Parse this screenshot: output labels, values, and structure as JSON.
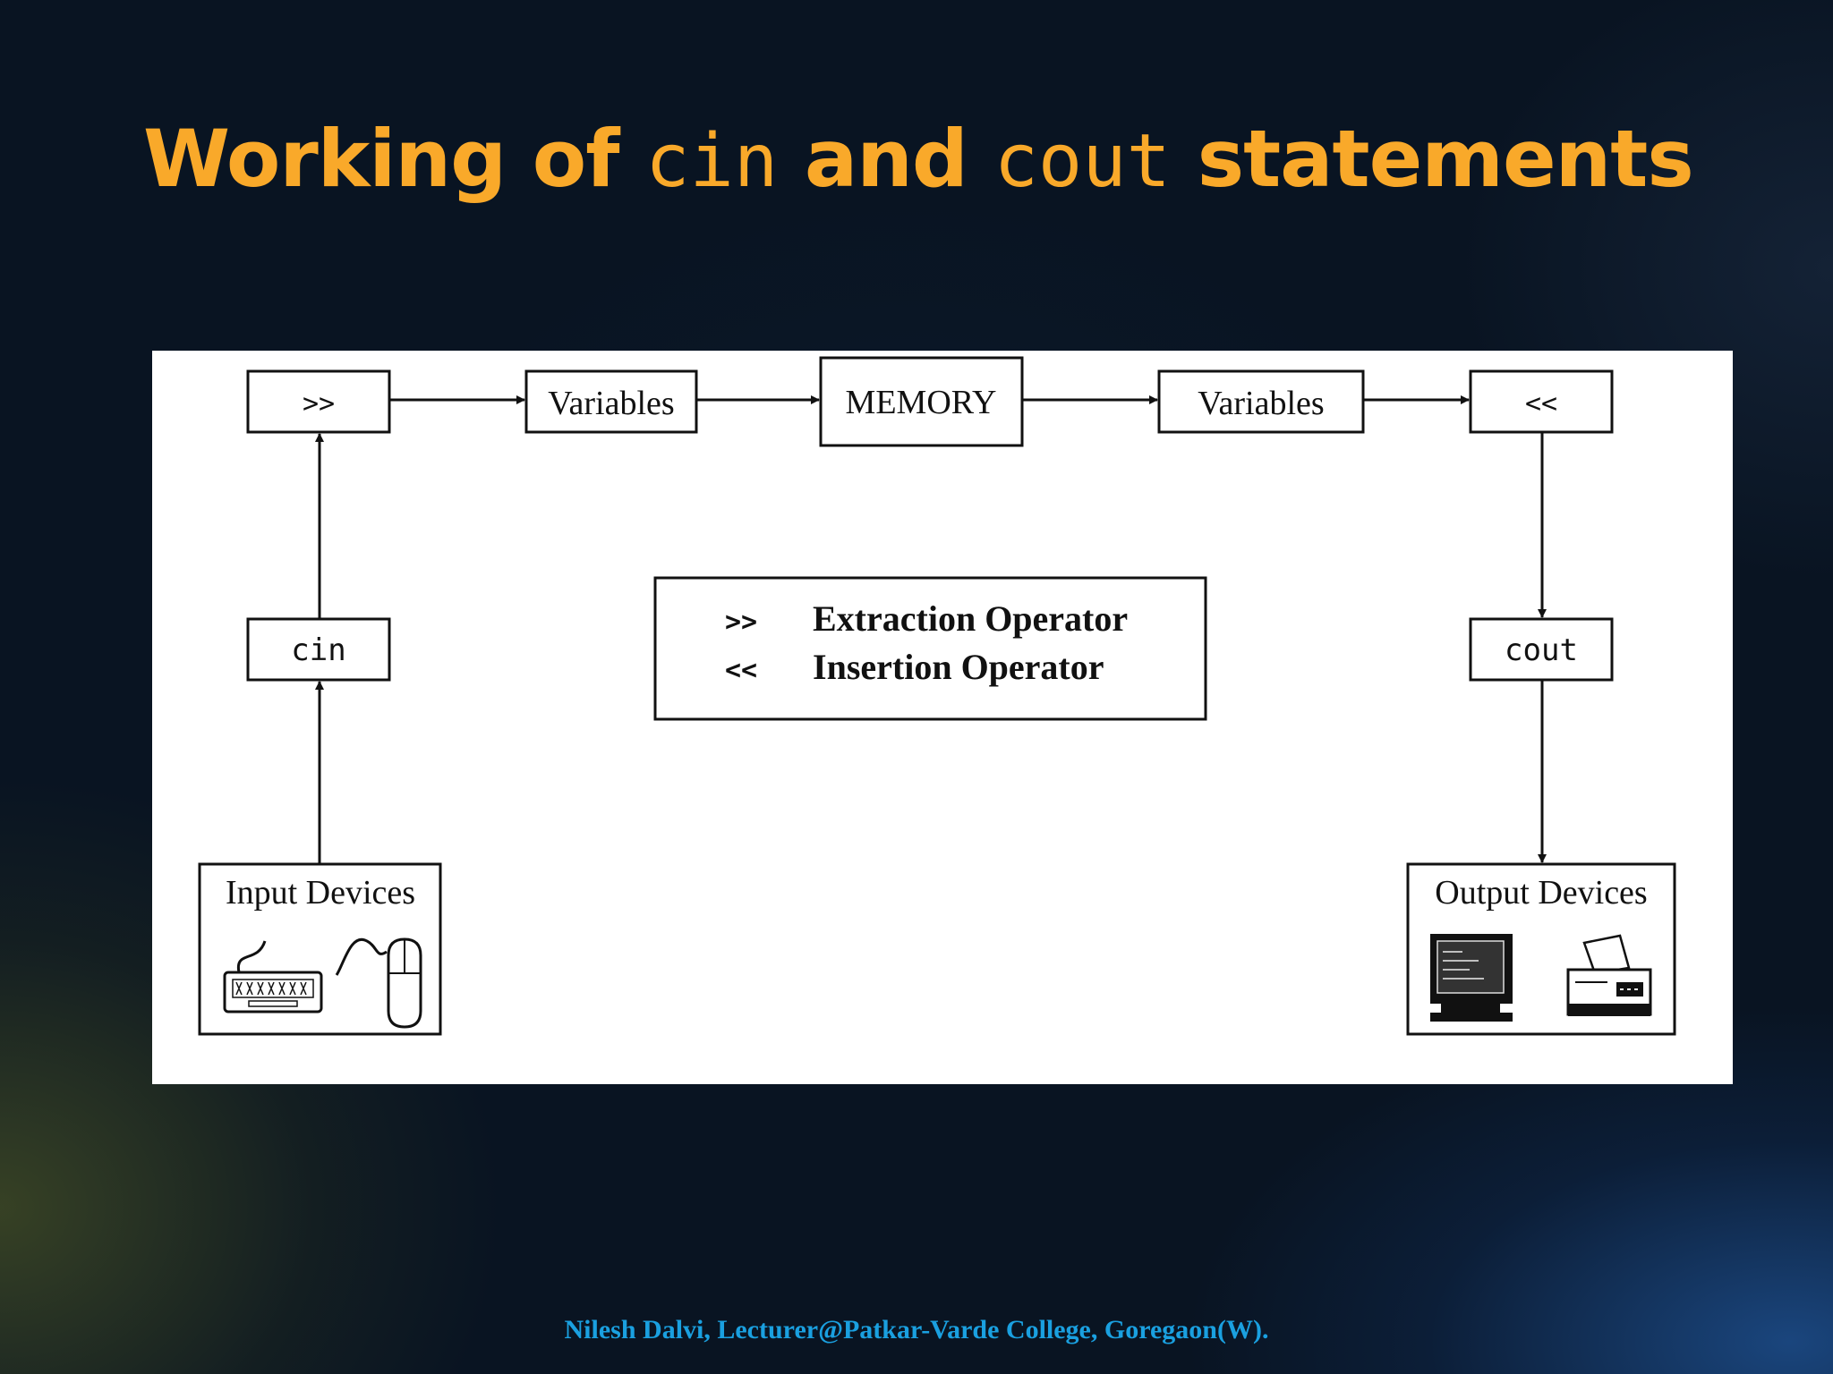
{
  "slide": {
    "title": {
      "part1": "Working of",
      "code1": "cin",
      "part2": "and",
      "code2": "cout",
      "part3": "statements"
    },
    "footer": "Nilesh Dalvi, Lecturer@Patkar-Varde College, Goregaon(W).",
    "colors": {
      "title": "#f9a92a",
      "footer": "#1aa0e0",
      "background": "#0a1624"
    }
  },
  "diagram": {
    "extraction_symbol": ">>",
    "insertion_symbol": "<<",
    "variables_left": "Variables",
    "memory": "MEMORY",
    "variables_right": "Variables",
    "cin": "cin",
    "cout": "cout",
    "input_devices": "Input Devices",
    "output_devices": "Output Devices",
    "legend": [
      {
        "symbol": ">>",
        "label": "Extraction Operator"
      },
      {
        "symbol": "<<",
        "label": "Insertion Operator"
      }
    ],
    "icons": [
      "keyboard-icon",
      "mouse-icon",
      "monitor-icon",
      "printer-icon"
    ]
  }
}
